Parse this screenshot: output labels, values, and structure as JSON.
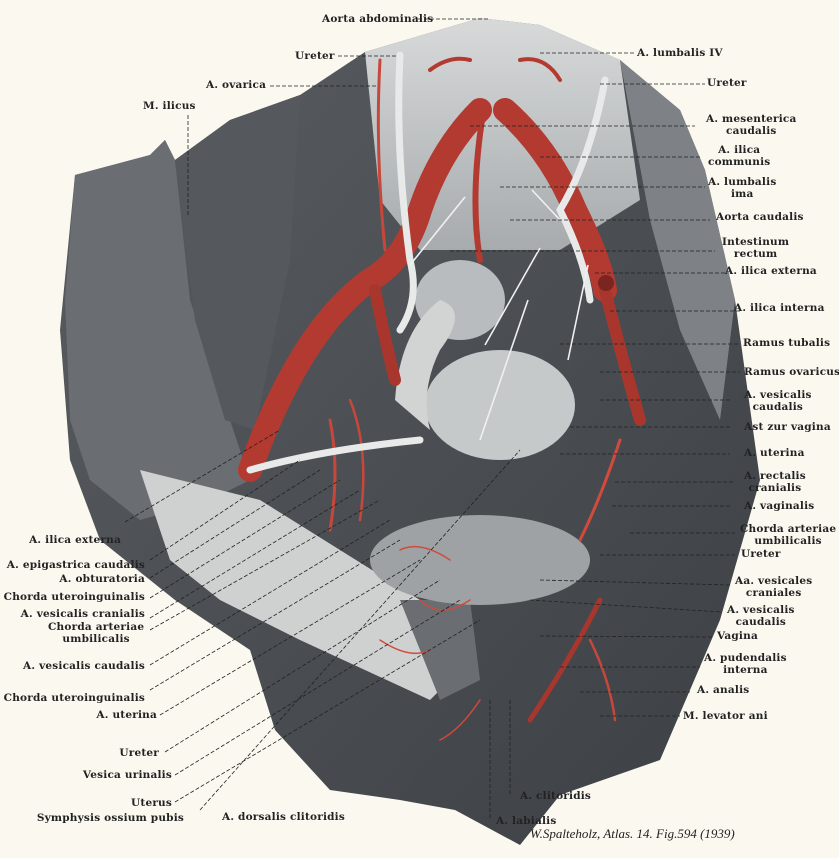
{
  "figure": {
    "caption": "W.Spalteholz, Atlas. 14. Fig.594 (1939)",
    "colors": {
      "artery": "#b33a30",
      "artery_light": "#d24a3c",
      "tissue_dark": "#4a4e52",
      "tissue_mid": "#8c9094",
      "tissue_light": "#d4d6d6",
      "paper": "#fbf8f0"
    }
  },
  "labels_top": [
    {
      "id": "aorta-abdominalis",
      "lines": [
        "Aorta abdominalis"
      ]
    },
    {
      "id": "ureter-top-left",
      "lines": [
        "Ureter"
      ]
    },
    {
      "id": "a-ovarica",
      "lines": [
        "A. ovarica"
      ]
    },
    {
      "id": "m-ilicus",
      "lines": [
        "M. ilicus"
      ]
    }
  ],
  "labels_right": [
    {
      "id": "a-lumbalis-iv",
      "lines": [
        "A. lumbalis IV"
      ]
    },
    {
      "id": "ureter-r1",
      "lines": [
        "Ureter"
      ]
    },
    {
      "id": "a-mesenterica-caudalis",
      "lines": [
        "A. mesenterica",
        "caudalis"
      ]
    },
    {
      "id": "a-ilica-communis",
      "lines": [
        "A. ilica",
        "communis"
      ]
    },
    {
      "id": "a-lumbalis-ima",
      "lines": [
        "A. lumbalis",
        "ima"
      ]
    },
    {
      "id": "aorta-caudalis",
      "lines": [
        "Aorta caudalis"
      ]
    },
    {
      "id": "intestinum-rectum",
      "lines": [
        "Intestinum",
        "rectum"
      ]
    },
    {
      "id": "a-ilica-externa-r",
      "lines": [
        "A. ilica externa"
      ]
    },
    {
      "id": "a-ilica-interna",
      "lines": [
        "A. ilica interna"
      ]
    },
    {
      "id": "ramus-tubalis",
      "lines": [
        "Ramus tubalis"
      ]
    },
    {
      "id": "ramus-ovaricus",
      "lines": [
        "Ramus ovaricus"
      ]
    },
    {
      "id": "a-vesicalis-caudalis-r1",
      "lines": [
        "A. vesicalis",
        "caudalis"
      ]
    },
    {
      "id": "ast-zur-vagina",
      "lines": [
        "Ast zur vagina"
      ]
    },
    {
      "id": "a-uterina-r",
      "lines": [
        "A. uterina"
      ]
    },
    {
      "id": "a-rectalis-cranialis",
      "lines": [
        "A. rectalis",
        "cranialis"
      ]
    },
    {
      "id": "a-vaginalis",
      "lines": [
        "A. vaginalis"
      ]
    },
    {
      "id": "chorda-arteriae-umbilicalis-r",
      "lines": [
        "Chorda arteriae",
        "umbilicalis"
      ]
    },
    {
      "id": "ureter-r2",
      "lines": [
        "Ureter"
      ]
    },
    {
      "id": "aa-vesicales-craniales",
      "lines": [
        "Aa. vesicales",
        "craniales"
      ]
    },
    {
      "id": "a-vesicalis-caudalis-r2",
      "lines": [
        "A. vesicalis",
        "caudalis"
      ]
    },
    {
      "id": "vagina",
      "lines": [
        "Vagina"
      ]
    },
    {
      "id": "a-pudendalis-interna",
      "lines": [
        "A. pudendalis",
        "interna"
      ]
    },
    {
      "id": "a-analis",
      "lines": [
        "A. analis"
      ]
    },
    {
      "id": "m-levator-ani",
      "lines": [
        "M. levator ani"
      ]
    }
  ],
  "labels_left": [
    {
      "id": "a-ilica-externa-l",
      "lines": [
        "A. ilica externa"
      ]
    },
    {
      "id": "a-epigastrica-caudalis",
      "lines": [
        "A. epigastrica caudalis"
      ]
    },
    {
      "id": "a-obturatoria",
      "lines": [
        "A. obturatoria"
      ]
    },
    {
      "id": "chorda-uteroinguinalis-1",
      "lines": [
        "Chorda uteroinguinalis"
      ]
    },
    {
      "id": "a-vesicalis-cranialis",
      "lines": [
        "A. vesicalis cranialis"
      ]
    },
    {
      "id": "chorda-arteriae-umbilicalis-l",
      "lines": [
        "Chorda arteriae",
        "umbilicalis"
      ]
    },
    {
      "id": "a-vesicalis-caudalis-l",
      "lines": [
        "A. vesicalis caudalis"
      ]
    },
    {
      "id": "chorda-uteroinguinalis-2",
      "lines": [
        "Chorda uteroinguinalis"
      ]
    },
    {
      "id": "a-uterina-l",
      "lines": [
        "A. uterina"
      ]
    },
    {
      "id": "ureter-l",
      "lines": [
        "Ureter"
      ]
    },
    {
      "id": "vesica-urinalis",
      "lines": [
        "Vesica urinalis"
      ]
    },
    {
      "id": "uterus",
      "lines": [
        "Uterus"
      ]
    },
    {
      "id": "symphysis-ossium-pubis",
      "lines": [
        "Symphysis ossium pubis"
      ]
    }
  ],
  "labels_bottom": [
    {
      "id": "a-dorsalis-clitoridis",
      "lines": [
        "A. dorsalis clitoridis"
      ]
    },
    {
      "id": "a-clitoridis",
      "lines": [
        "A. clitoridis"
      ]
    },
    {
      "id": "a-labialis",
      "lines": [
        "A. labialis"
      ]
    }
  ]
}
